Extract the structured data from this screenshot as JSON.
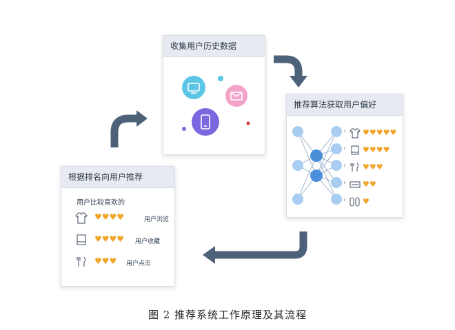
{
  "cards": {
    "collect": {
      "title": "收集用户历史数据"
    },
    "algo": {
      "title": "推荐算法获取用户偏好",
      "rows": [
        {
          "icon": "shirt-icon",
          "hearts": 5
        },
        {
          "icon": "towel-icon",
          "hearts": 4
        },
        {
          "icon": "cutlery-icon",
          "hearts": 3
        },
        {
          "icon": "bill-icon",
          "hearts": 2
        },
        {
          "icon": "slippers-icon",
          "hearts": 1
        }
      ]
    },
    "recommend": {
      "title": "根据排名向用户推荐",
      "subtitle": "用户比较喜欢的",
      "rows": [
        {
          "icon": "shirt-icon",
          "hearts": 4,
          "label": "用户浏览"
        },
        {
          "icon": "towel-icon",
          "hearts": 4,
          "label": "用户收藏"
        },
        {
          "icon": "cutlery-icon",
          "hearts": 3,
          "label": "用户点击"
        }
      ]
    }
  },
  "caption": "图 2  推荐系统工作原理及其流程",
  "colors": {
    "arrow": "#4d6279",
    "heart": "#f0a52a",
    "node_light": "#a9cdf0",
    "node_dark": "#4a90d9",
    "monitor_circle": "#5cc6e6",
    "mail_circle": "#f4a3c8",
    "phone_circle": "#7b67e0"
  }
}
